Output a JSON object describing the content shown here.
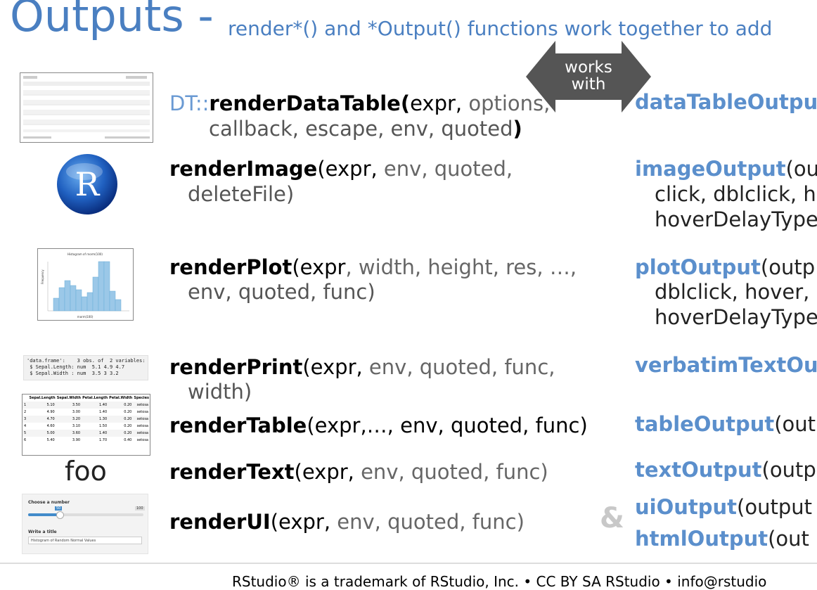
{
  "title": "Outputs -",
  "subtitle": "render*()  and *Output() functions work together to add",
  "works_with": [
    "works",
    "with"
  ],
  "ampersand": "&",
  "thumbnails": {
    "foo_text": "foo",
    "print_lines": [
      "'data.frame':    3 obs. of  2 variables:",
      " $ Sepal.Length: num  5.1 4.9 4.7",
      " $ Sepal.Width : num  3.5 3 3.2"
    ],
    "slider_label": "Choose a number",
    "slider_value": "50",
    "slider_max": "100",
    "title_label": "Write a title",
    "title_value": "Histogram of Random Normal Values",
    "hist_title": "Histogram of rnorm(100)",
    "hist_ylabel": "Frequency",
    "hist_xlabel": "rnorm(100)",
    "table_headers": [
      "Sepal.Length",
      "Sepal.Width",
      "Petal.Length",
      "Petal.Width",
      "Species"
    ],
    "table_rows": [
      [
        "1",
        "5.10",
        "3.50",
        "1.40",
        "0.20",
        "setosa"
      ],
      [
        "2",
        "4.90",
        "3.00",
        "1.40",
        "0.20",
        "setosa"
      ],
      [
        "3",
        "4.70",
        "3.20",
        "1.30",
        "0.20",
        "setosa"
      ],
      [
        "4",
        "4.60",
        "3.10",
        "1.50",
        "0.20",
        "setosa"
      ],
      [
        "5",
        "5.00",
        "3.60",
        "1.40",
        "0.20",
        "setosa"
      ],
      [
        "6",
        "5.40",
        "3.90",
        "1.70",
        "0.40",
        "setosa"
      ]
    ]
  },
  "rows": {
    "datatable": {
      "prefix": "DT::",
      "name": "renderDataTable",
      "open": "(",
      "args1": "expr,",
      "args2": " options,",
      "line2": "callback,  escape, env, quoted",
      "close": ")"
    },
    "image": {
      "name": "renderImage",
      "args1": "(expr,",
      "args2": " env, quoted,",
      "line2": "deleteFile)"
    },
    "plot": {
      "name": "renderPlot",
      "args1": "(expr",
      "args2": ", width, height, res, …,",
      "line2": "env, quoted, func)"
    },
    "print": {
      "name": "renderPrint",
      "args1": "(expr,",
      "args2": " env, quoted, func,",
      "line2": "width)"
    },
    "table": {
      "name": "renderTable",
      "args1": "(expr,…, env, quoted, func)"
    },
    "text": {
      "name": "renderText",
      "args1": "(expr,",
      "args2": " env, quoted, func)"
    },
    "ui": {
      "name": "renderUI",
      "args1": "(expr,",
      "args2": " env, quoted, func)"
    }
  },
  "outputs": {
    "datatable": {
      "name": "dataTableOutpu"
    },
    "image": {
      "name": "imageOutput",
      "args": "(ou",
      "line2": "click, dblclick, h",
      "line3": "hoverDelayType"
    },
    "plot": {
      "name": "plotOutput",
      "args": "(outp",
      "line2": "dblclick, hover,",
      "line3": "hoverDelayType"
    },
    "print": {
      "name": "verbatimTextOu"
    },
    "table": {
      "name": "tableOutput",
      "args": "(out"
    },
    "text": {
      "name": "textOutput",
      "args": "(outp"
    },
    "ui": {
      "name": "uiOutput",
      "args": "(output"
    },
    "html": {
      "name": "htmlOutput",
      "args": "(out"
    }
  },
  "footer": "RStudio® is a trademark of RStudio, Inc.  •  CC BY SA RStudio •  info@rstudio"
}
